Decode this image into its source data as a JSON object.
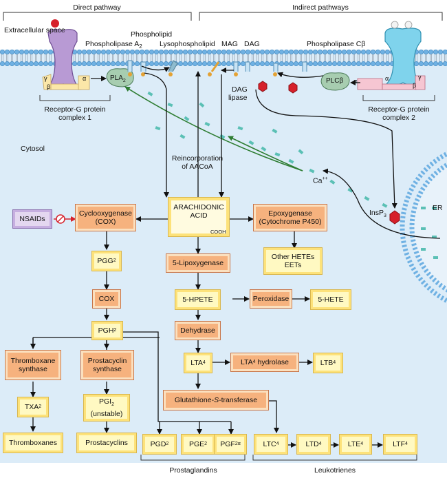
{
  "header": {
    "direct": "Direct pathway",
    "indirect": "Indirect pathways"
  },
  "labels": {
    "extracellular": "Extracellular space",
    "phospholipase_a2": "Phospholipase A",
    "phospholipase_a2_sub": "2",
    "phospholipid": "Phospholipid",
    "lysophospholipid": "Lysophospholipid",
    "mag": "MAG",
    "dag": "DAG",
    "phospholipase_cb": "Phospholipase Cβ",
    "dag_lipase_1": "DAG",
    "dag_lipase_2": "lipase",
    "pla2": "PLA",
    "pla2_sub": "2",
    "plcb": "PLCβ",
    "receptor1_1": "Receptor-G protein",
    "receptor1_2": "complex 1",
    "receptor2_1": "Receptor-G protein",
    "receptor2_2": "complex 2",
    "cytosol": "Cytosol",
    "reincorp_1": "Reincorporation",
    "reincorp_2": "of AACoA",
    "ca": "Ca",
    "ca_sup": "++",
    "insp3": "InsP",
    "insp3_sub": "3",
    "er": "ER",
    "alpha": "α",
    "beta": "β",
    "gamma": "γ",
    "cooh": "COOH"
  },
  "boxes": {
    "nsaids": "NSAIDs",
    "cox1_1": "Cyclooxygenase",
    "cox1_2": "(COX)",
    "aa_1": "ARACHIDONIC",
    "aa_2": "ACID",
    "epox_1": "Epoxygenase",
    "epox_2": "(Cytochrome P450)",
    "other_1": "Other HETEs",
    "other_2": "EETs",
    "pgg2": "PGG",
    "cox": "COX",
    "pgh2": "PGH",
    "lox": "5-Lipoxygenase",
    "hpete": "5-HPETE",
    "perox": "Peroxidase",
    "hete": "5-HETE",
    "dehydrase": "Dehydrase",
    "lta4": "LTA",
    "lta4h": "LTA",
    "lta4h_tail": " hydrolase",
    "ltb4": "LTB",
    "gst": "Glutathione-",
    "gst_s": "S",
    "gst_tail": "-transferase",
    "txs_1": "Thromboxane",
    "txs_2": "synthase",
    "pcs_1": "Prostacyclin",
    "pcs_2": "synthase",
    "txa2": "TXA",
    "pgi2_1": "PGI",
    "pgi2_2": "(unstable)",
    "thromboxanes": "Thromboxanes",
    "prostacyclins": "Prostacyclins",
    "pgd2": "PGD",
    "pge2": "PGE",
    "pgf2": "PGF",
    "pgf2_sub": "2α",
    "ltc4": "LTC",
    "ltd4": "LTD",
    "lte4": "LTE",
    "ltf4": "LTF",
    "sub2": "2",
    "sub4": "4"
  },
  "footer": {
    "prostaglandins": "Prostaglandins",
    "leukotrienes": "Leukotrienes"
  },
  "colors": {
    "cytosol": "#dcecf8",
    "enzyme_box": "#f6b27e",
    "product_box": "#fff9c2",
    "drug_box": "#e4d7f0",
    "inhibit": "#d6202a",
    "calcium_arrow": "#2e7d32",
    "membrane_head": "#6fb1e3"
  }
}
